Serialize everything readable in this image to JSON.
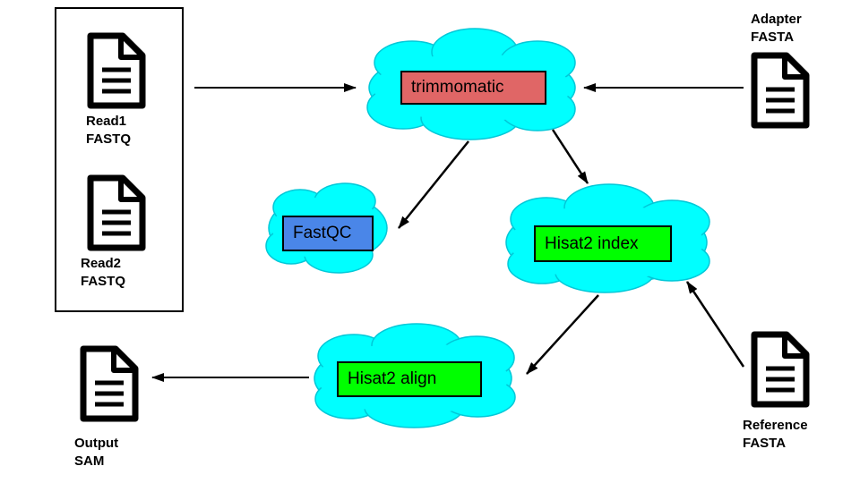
{
  "colors": {
    "cloud_fill": "#00ffff",
    "trimmomatic": "#e06666",
    "fastqc": "#4a86e8",
    "hisat2": "#00ff00",
    "stroke": "#000000"
  },
  "documents": {
    "read1": {
      "icon": "document-icon",
      "line1": "Read1",
      "line2": "FASTQ"
    },
    "read2": {
      "icon": "document-icon",
      "line1": "Read2",
      "line2": "FASTQ"
    },
    "adapter": {
      "icon": "document-icon",
      "line1": "Adapter",
      "line2": "FASTA"
    },
    "reference": {
      "icon": "document-icon",
      "line1": "Reference",
      "line2": "FASTA"
    },
    "output": {
      "icon": "document-icon",
      "line1": "Output",
      "line2": "SAM"
    }
  },
  "processes": {
    "trimmomatic": "trimmomatic",
    "fastqc": "FastQC",
    "hisat2_index": "Hisat2 index",
    "hisat2_align": "Hisat2 align"
  }
}
